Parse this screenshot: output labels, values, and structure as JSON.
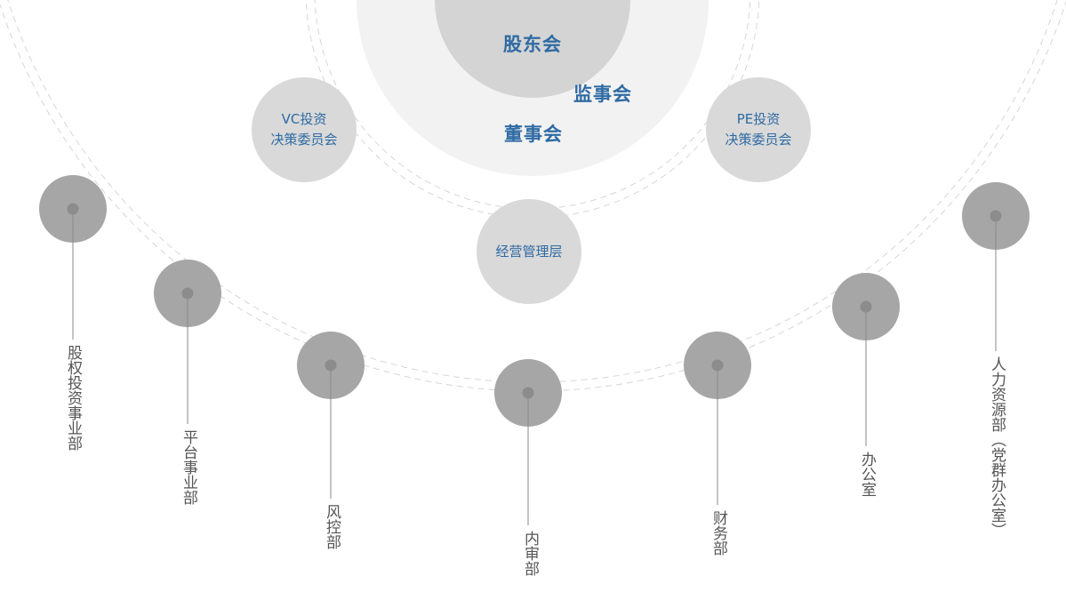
{
  "governance": {
    "shareholders": "股东会",
    "supervisors": "监事会",
    "board": "董事会",
    "vc_committee": [
      "VC投资",
      "决策委员会"
    ],
    "pe_committee": [
      "PE投资",
      "决策委员会"
    ],
    "management": "经营管理层"
  },
  "departments": [
    "股权投资事业部",
    "平台事业部",
    "风控部",
    "内审部",
    "财务部",
    "办公室",
    "人力资源部（党群办公室）"
  ],
  "colors": {
    "label_blue": "#2e6aa3",
    "dept_text": "#555555",
    "node_fill": "#a6a6a6",
    "node_dot": "#8c8c8c",
    "inner_circle": "#d4d4d4",
    "outer_disc": "#f2f2f2",
    "dashed_arc": "#d6d6d6"
  }
}
